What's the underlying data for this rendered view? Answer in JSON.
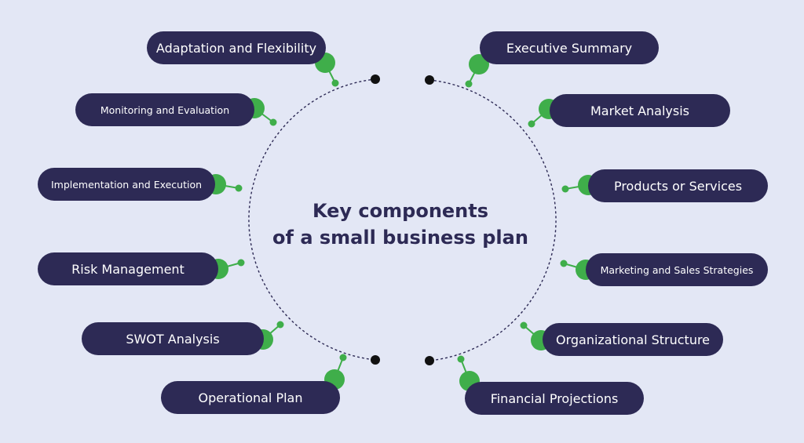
{
  "title": {
    "line1": "Key components",
    "line2": "of a small business plan"
  },
  "left_items": [
    "Adaptation and Flexibility",
    "Monitoring and Evaluation",
    "Implementation and Execution",
    "Risk Management",
    "SWOT Analysis",
    "Operational Plan"
  ],
  "right_items": [
    "Executive Summary",
    "Market Analysis",
    "Products or Services",
    "Marketing and Sales Strategies",
    "Organizational Structure",
    "Financial Projections"
  ],
  "colors": {
    "background": "#e3e7f5",
    "pill": "#2d2a55",
    "accent_green": "#3fae4a",
    "circle_line": "#2d2a55",
    "endpoint_dot": "#111111"
  }
}
